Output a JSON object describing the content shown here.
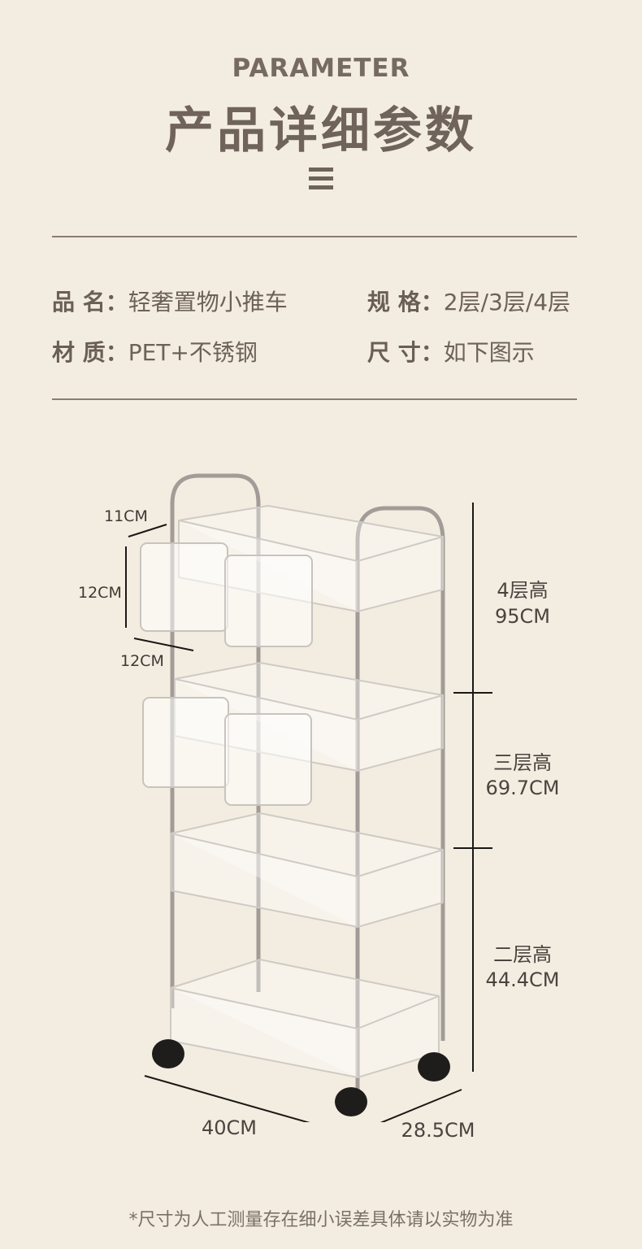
{
  "header": {
    "title_en": "PARAMETER",
    "title_zh": "产品详细参数"
  },
  "specs": [
    {
      "key": "品 名：",
      "value": "轻奢置物小推车"
    },
    {
      "key": "规 格：",
      "value": "2层/3层/4层"
    },
    {
      "key": "材 质：",
      "value": "PET+不锈钢"
    },
    {
      "key": "尺 寸：",
      "value": "如下图示"
    }
  ],
  "dimensions": {
    "basket_width": "11CM",
    "basket_height": "12CM",
    "basket_depth": "12CM",
    "tier4_label": "4层高",
    "tier4_value": "95CM",
    "tier3_label": "三层高",
    "tier3_value": "69.7CM",
    "tier2_label": "二层高",
    "tier2_value": "44.4CM",
    "width": "40CM",
    "depth": "28.5CM"
  },
  "footnote": "*尺寸为人工测量存在细小误差具体请以实物为准",
  "colors": {
    "background": "#f3ede1",
    "text": "#6b5f57",
    "rule": "#8a7d74"
  }
}
